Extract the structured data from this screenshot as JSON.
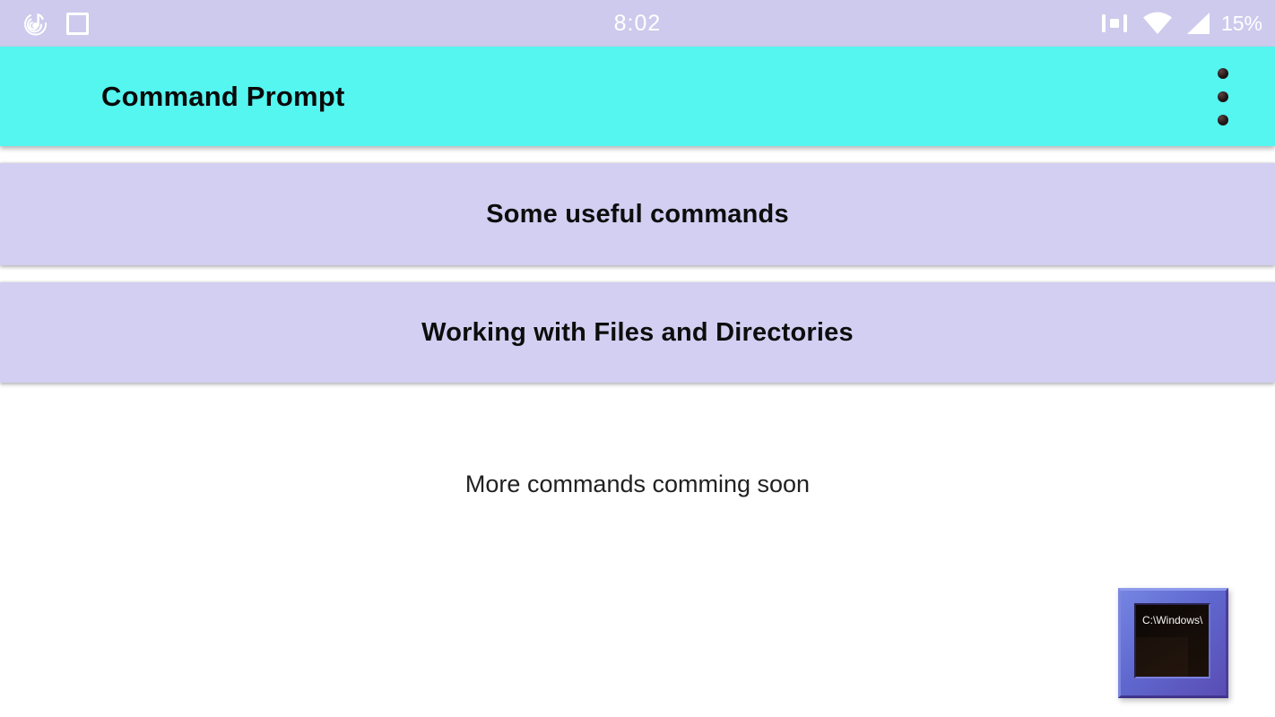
{
  "status_bar": {
    "time": "8:02",
    "battery_percent": "15%",
    "left_icons": [
      "music-notification-icon",
      "square-notification-icon"
    ],
    "right_icons": [
      "signal-bars-icon",
      "wifi-icon",
      "cellular-signal-icon"
    ]
  },
  "app_bar": {
    "title": "Command Prompt",
    "overflow_menu_icon": "vertical-dots-icon"
  },
  "menu": {
    "sections": [
      {
        "label": "Some useful commands"
      },
      {
        "label": "Working with Files and Directories"
      }
    ],
    "footer_note": "More commands comming soon"
  },
  "prompt_image": {
    "screen_text": "C:\\Windows\\"
  },
  "colors": {
    "status_bar_bg": "#cecaed",
    "app_bar_bg": "#55f5f0",
    "button_bg": "#d2cff2",
    "page_bg": "#ffffff",
    "icon_frame_blue": "#5f68cf",
    "icon_screen_black": "#120b07"
  }
}
